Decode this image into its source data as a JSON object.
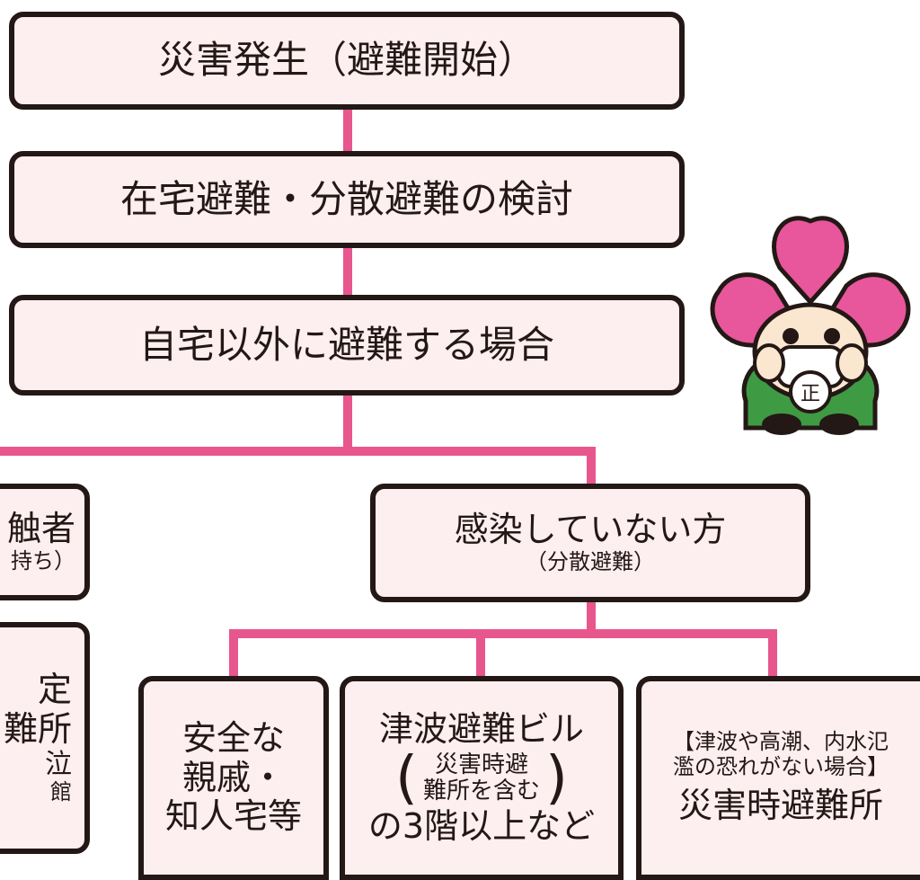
{
  "flow": {
    "step1": "災害発生（避難開始）",
    "step2": "在宅避難・分散避難の検討",
    "step3": "自宅以外に避難する場合",
    "left_branch": {
      "line1": "触者",
      "line2": "持ち）"
    },
    "left_destination": {
      "line1": "定",
      "line2": "難所",
      "line3": "泣",
      "line4": "館"
    },
    "right_branch": {
      "line1": "感染していない方",
      "line2": "（分散避難）"
    },
    "dest_relatives": {
      "line1": "安全な",
      "line2": "親戚・",
      "line3": "知人宅等"
    },
    "dest_tsunami_bldg": {
      "line1": "津波避難ビル",
      "paren_open": "(",
      "inner1": "災害時避",
      "inner2": "難所を含む",
      "paren_close": ")",
      "line3": "の3階以上など"
    },
    "dest_shelter": {
      "note1": "【津波や高潮、内水氾",
      "note2": "濫の恐れがない場合】",
      "main": "災害時避難所"
    }
  },
  "colors": {
    "box_fill": "#fdeef0",
    "border": "#231815",
    "connector": "#e8568e"
  },
  "mascot": {
    "icon": "cherry-blossom-mascot-with-mask",
    "badge_char": "正"
  }
}
